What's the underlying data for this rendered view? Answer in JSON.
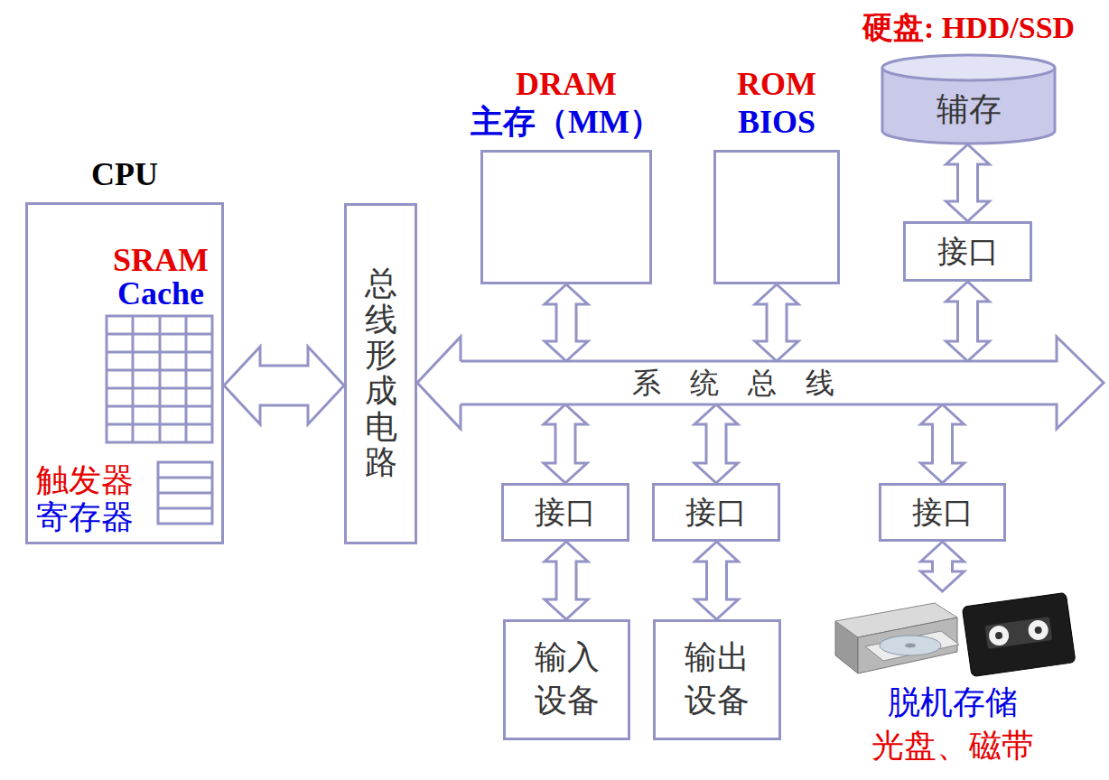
{
  "diagram": {
    "nodes": [
      {
        "text": [
          "CPU",
          "SRAM",
          "Cache",
          "触发器",
          "寄存器"
        ]
      },
      {
        "text": [
          "总线形成电路"
        ]
      },
      {
        "text": [
          "DRAM",
          "主存（MM）"
        ]
      },
      {
        "text": [
          "ROM",
          "BIOS"
        ]
      },
      {
        "text": [
          "硬盘: HDD/SSD",
          "辅存"
        ]
      },
      {
        "text": [
          "接口"
        ]
      },
      {
        "text": [
          "系 统 总 线"
        ]
      },
      {
        "text": [
          "接口"
        ]
      },
      {
        "text": [
          "接口"
        ]
      },
      {
        "text": [
          "接口"
        ]
      },
      {
        "text": [
          "输入 设备"
        ]
      },
      {
        "text": [
          "输出 设备"
        ]
      },
      {
        "text": [
          "脱机存储",
          "光盘、磁带"
        ]
      }
    ],
    "edges": [
      {
        "from": 0,
        "to": 1,
        "arrow": "both"
      },
      {
        "from": 6,
        "to": 1,
        "arrow": "to"
      },
      {
        "from": 2,
        "to": 6,
        "arrow": "both"
      },
      {
        "from": 3,
        "to": 6,
        "arrow": "both"
      },
      {
        "from": 4,
        "to": 5,
        "arrow": "both"
      },
      {
        "from": 5,
        "to": 6,
        "arrow": "both"
      },
      {
        "from": 6,
        "to": 7,
        "arrow": "both"
      },
      {
        "from": 6,
        "to": 8,
        "arrow": "both"
      },
      {
        "from": 6,
        "to": 9,
        "arrow": "both"
      },
      {
        "from": 7,
        "to": 10,
        "arrow": "both"
      },
      {
        "from": 8,
        "to": 11,
        "arrow": "both"
      },
      {
        "from": 9,
        "to": 12,
        "arrow": "both"
      }
    ]
  }
}
